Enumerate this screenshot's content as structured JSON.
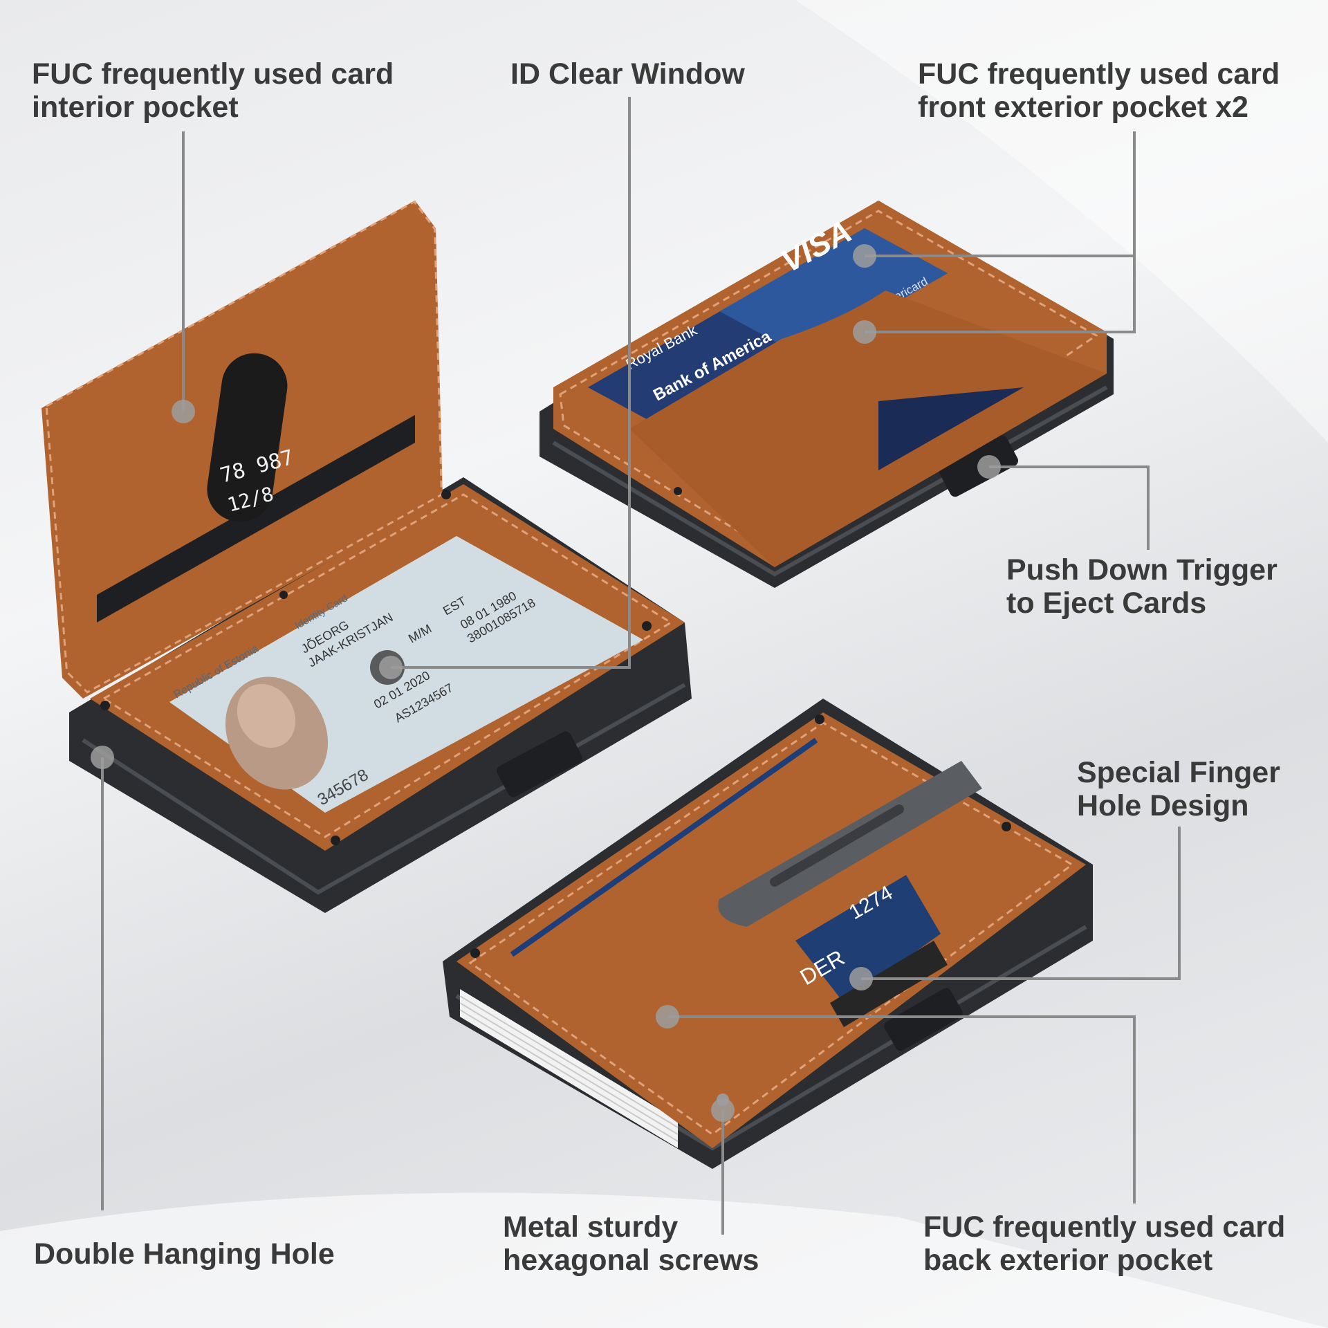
{
  "labels": {
    "interior_pocket": {
      "line1": "FUC frequently used card",
      "line2": "interior pocket"
    },
    "id_window": {
      "line1": "ID Clear Window"
    },
    "front_pocket": {
      "line1": "FUC frequently used card",
      "line2": "front exterior pocket x2"
    },
    "trigger": {
      "line1": "Push Down Trigger",
      "line2": "to Eject Cards"
    },
    "finger_hole": {
      "line1": "Special Finger",
      "line2": "Hole Design"
    },
    "hanging_hole": {
      "line1": "Double Hanging Hole"
    },
    "screws": {
      "line1": "Metal sturdy",
      "line2": "hexagonal screws"
    },
    "back_pocket": {
      "line1": "FUC frequently used card",
      "line2": "back exterior pocket"
    }
  },
  "card_text": {
    "visa": "VISA",
    "royal_bank": "Royal Bank",
    "bank_of_america": "Bank of America",
    "bankamericard": "BankAmericard",
    "id_number": "345678",
    "id_header": "Republic of Estonia",
    "id_card_title": "Identity Card",
    "id_surname": "JÕEORG",
    "id_given": "JAAK-KRISTJAN",
    "id_sex": "M/M",
    "id_nationality": "EST",
    "id_dob": "08 01 1980",
    "id_personal_no": "38001085718",
    "id_expiry": "02 01 2020",
    "id_docno": "AS1234567",
    "back_card_text": "DER",
    "back_card_num": "1274",
    "interior_card_num": "78 987",
    "interior_card_date": "12/8"
  },
  "colors": {
    "leather": "#b0632e",
    "leather_dark": "#8a4a1f",
    "metal": "#2b2d31",
    "callout_line": "#8a8a8a",
    "label_text": "#3a3a3a"
  }
}
